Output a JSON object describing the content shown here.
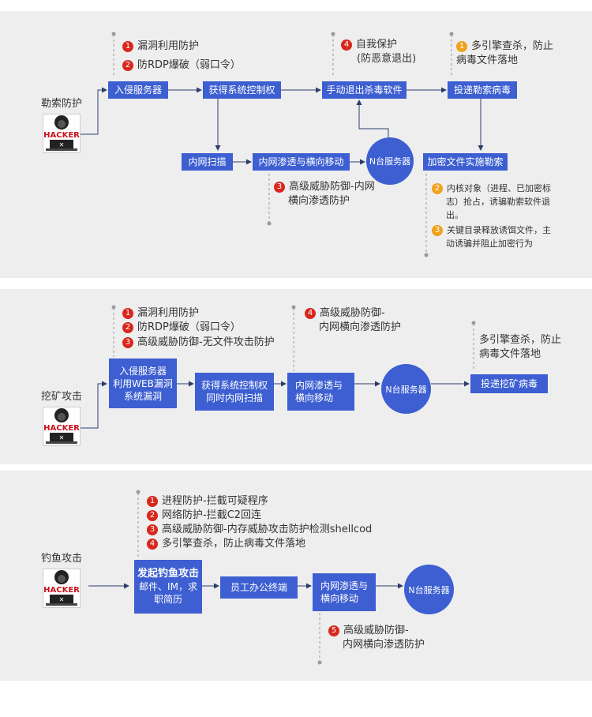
{
  "colors": {
    "box": "#3d5fd1",
    "panel": "#eeeeef",
    "red": "#d8271c",
    "orange": "#efa21b",
    "line": "#2d3e6b"
  },
  "ransom": {
    "title": "勒索防护",
    "icon": "hacker-laptop-icon",
    "hacker_text": "HACKER",
    "notes_top": [
      "漏洞利用防护",
      "防RDP爆破（弱口令）"
    ],
    "note_self": [
      "自我保护",
      "(防恶意退出)"
    ],
    "note_engine": [
      "多引擎查杀，防止",
      "病毒文件落地"
    ],
    "boxes": {
      "intrude": "入侵服务器",
      "control": "获得系统控制权",
      "exit_av": "手动退出杀毒软件",
      "deliver": "投递勒索病毒",
      "scan": "内网扫描",
      "lateral": "内网渗透与横向移动",
      "n_server": "N台服务器",
      "encrypt": "加密文件实施勒索"
    },
    "note_advanced": [
      "高级威胁防御-内网",
      "横向渗透防护"
    ],
    "note_kernel": [
      "内核对象（进程、已加密标",
      "志）抢占，诱骗勒索软件退",
      "出。"
    ],
    "note_bait": [
      "关键目录释放诱饵文件，主",
      "动诱骗并阻止加密行为"
    ],
    "nums": [
      "1",
      "2",
      "3",
      "4",
      "1",
      "2",
      "3"
    ]
  },
  "mining": {
    "title": "挖矿攻击",
    "hacker_text": "HACKER",
    "notes": [
      "漏洞利用防护",
      "防RDP爆破（弱口令）",
      "高级威胁防御-无文件攻击防护"
    ],
    "note_advanced": [
      "高级威胁防御-",
      "内网横向渗透防护"
    ],
    "note_engine": [
      "多引擎查杀，防止",
      "病毒文件落地"
    ],
    "boxes": {
      "intrude": [
        "入侵服务器",
        "利用WEB漏洞",
        "系统漏洞"
      ],
      "control": [
        "获得系统控制权",
        "同时内网扫描"
      ],
      "lateral": [
        "内网渗透与",
        "横向移动"
      ],
      "n_server": "N台服务器",
      "deliver": "投递挖矿病毒"
    },
    "nums": [
      "1",
      "2",
      "3",
      "4"
    ]
  },
  "phishing": {
    "title": "钓鱼攻击",
    "hacker_text": "HACKER",
    "notes": [
      "进程防护-拦截可疑程序",
      "网络防护-拦截C2回连",
      "高级威胁防御-内存威胁攻击防护检测shellcod",
      "多引擎查杀，防止病毒文件落地"
    ],
    "note_advanced": [
      "高级威胁防御-",
      "内网横向渗透防护"
    ],
    "boxes": {
      "launch_title": "发起钓鱼攻击",
      "launch_sub": [
        "邮件、IM，求",
        "职简历"
      ],
      "employee": "员工办公终端",
      "lateral": [
        "内网渗透与",
        "横向移动"
      ],
      "n_server": "N台服务器"
    },
    "nums": [
      "1",
      "2",
      "3",
      "4",
      "5"
    ]
  }
}
